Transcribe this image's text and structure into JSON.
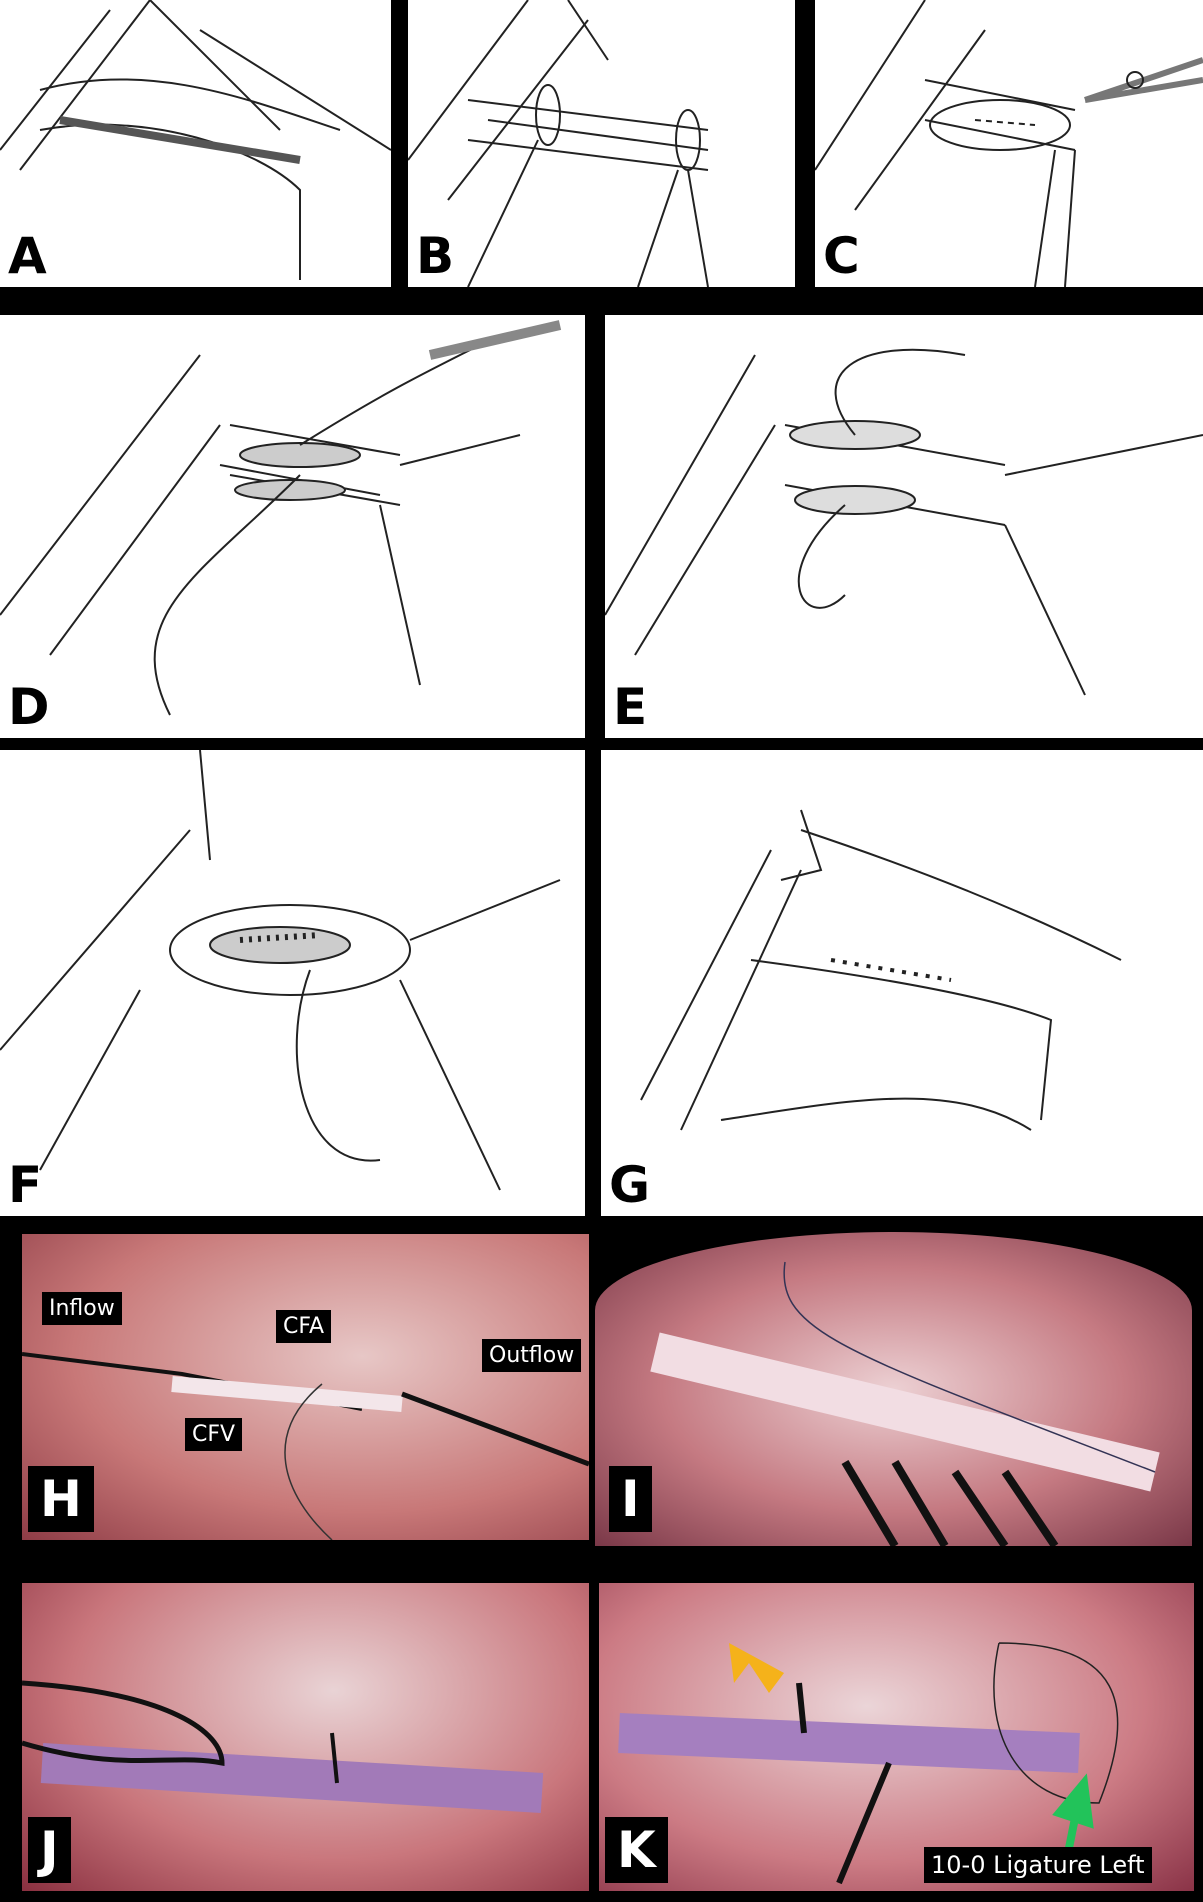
{
  "panels": {
    "A": {
      "letter": "A"
    },
    "B": {
      "letter": "B"
    },
    "C": {
      "letter": "C"
    },
    "D": {
      "letter": "D"
    },
    "E": {
      "letter": "E"
    },
    "F": {
      "letter": "F"
    },
    "G": {
      "letter": "G"
    },
    "H": {
      "letter": "H",
      "labels": {
        "inflow": "Inflow",
        "cfa": "CFA",
        "outflow": "Outflow",
        "cfv": "CFV"
      }
    },
    "I": {
      "letter": "I"
    },
    "J": {
      "letter": "J"
    },
    "K": {
      "letter": "K",
      "labels": {
        "ligature": "10-0 Ligature Left"
      },
      "arrow_colors": {
        "yellow": "#f5b21a",
        "green": "#22c35a"
      }
    }
  }
}
